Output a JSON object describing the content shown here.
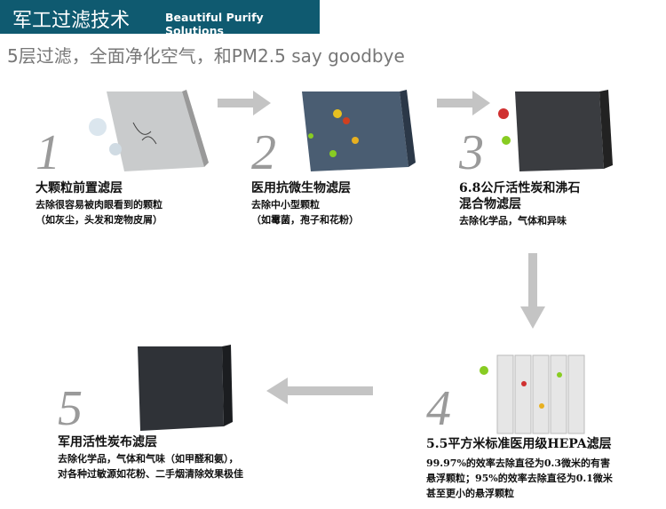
{
  "header": {
    "title": "军工过滤技术",
    "subtitle": "Beautiful Purify Solutions"
  },
  "tagline": "5层过滤，全面净化空气，和PM2.5 say goodbye",
  "layers": [
    {
      "number": "1",
      "title": "大颗粒前置滤层",
      "lines": [
        "去除很容易被肉眼看到的颗粒",
        "（如灰尘，头发和宠物皮屑）"
      ]
    },
    {
      "number": "2",
      "title": "医用抗微生物滤层",
      "lines": [
        "去除中小型颗粒",
        "（如霉菌，孢子和花粉）"
      ]
    },
    {
      "number": "3",
      "title_lines": [
        "6.8公斤活性炭和沸石",
        "混合物滤层"
      ],
      "lines": [
        "去除化学品，气体和异味"
      ]
    },
    {
      "number": "4",
      "title": "5.5平方米标准医用级HEPA滤层",
      "lines": [
        "99.97%的效率去除直径为0.3微米的有害",
        "悬浮颗粒；95%的效率去除直径为0.1微米",
        "甚至更小的悬浮颗粒"
      ]
    },
    {
      "number": "5",
      "title": "军用活性炭布滤层",
      "lines": [
        "去除化学品，气体和气味（如甲醛和氨），",
        "对各种过敏源如花粉、二手烟清除效果极佳"
      ]
    }
  ]
}
